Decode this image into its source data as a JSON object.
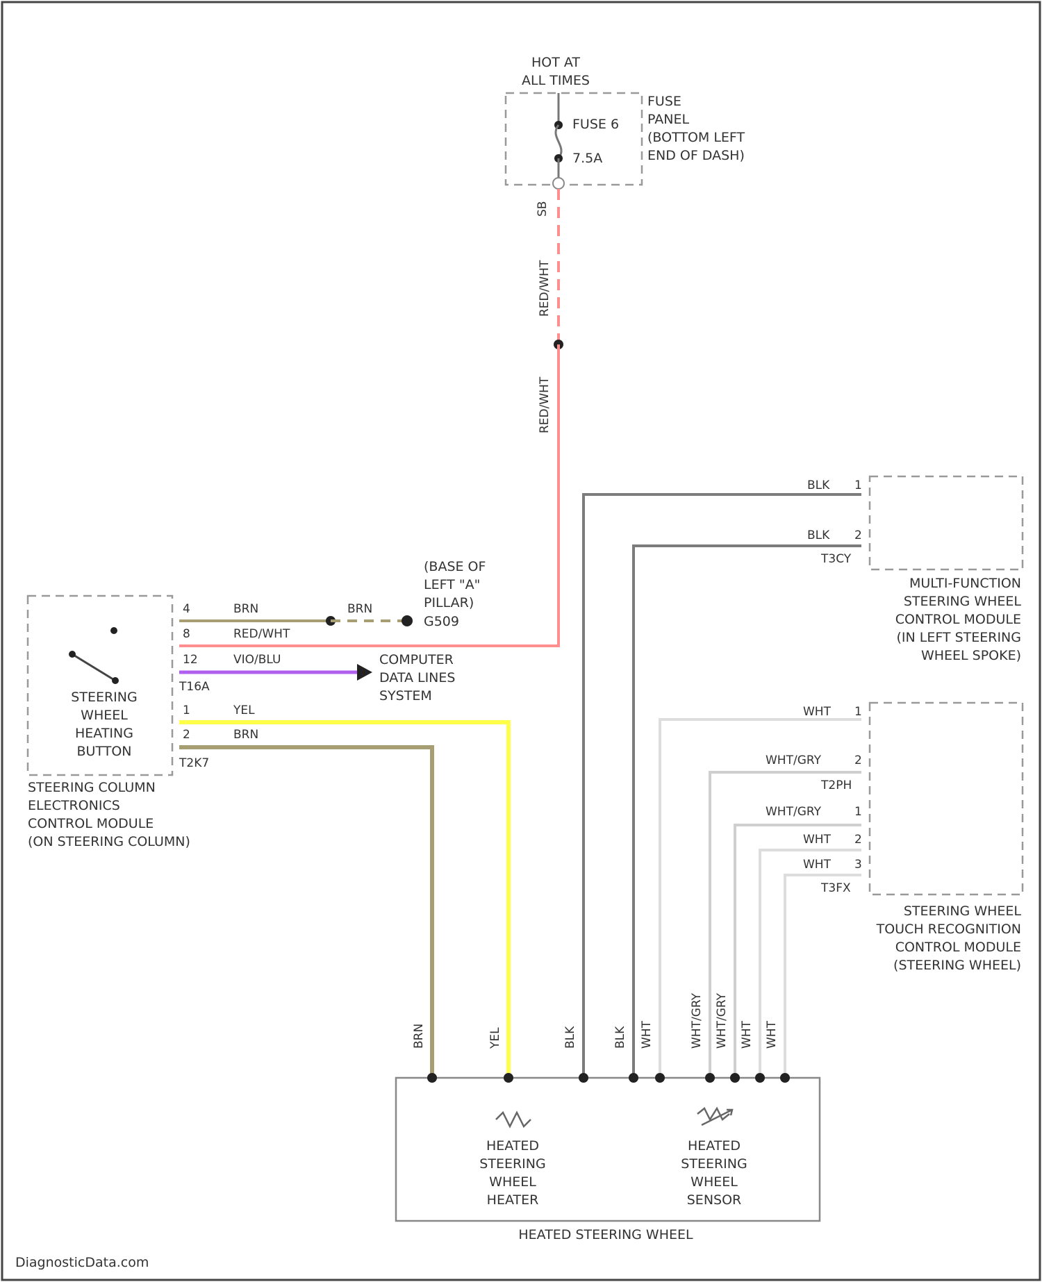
{
  "colors": {
    "red_wht": "#ff8f8f",
    "brn": "#a89e74",
    "yel": "#ffff4a",
    "vio_blu": "#b160ee",
    "blk": "#7c7c7c",
    "wht": "#dddddd",
    "wht_gry": "#cfcfcf"
  },
  "fuse": {
    "hot_label_1": "HOT AT",
    "hot_label_2": "ALL TIMES",
    "name": "FUSE 6",
    "rating": "7.5A",
    "panel_1": "FUSE",
    "panel_2": "PANEL",
    "panel_3": "(BOTTOM LEFT",
    "panel_4": "END OF DASH)",
    "pin": "SB"
  },
  "wires": {
    "red_wht": "RED/WHT",
    "brn": "BRN",
    "yel": "YEL",
    "vio_blu": "VIO/BLU",
    "blk": "BLK",
    "wht": "WHT",
    "wht_gry": "WHT/GRY"
  },
  "ground": {
    "loc_1": "(BASE OF",
    "loc_2": "LEFT \"A\"",
    "loc_3": "PILLAR)",
    "id": "G509"
  },
  "column_module": {
    "pin_4": "4",
    "pin_8": "8",
    "pin_12": "12",
    "connector_a": "T16A",
    "pin_1": "1",
    "pin_2": "2",
    "connector_b": "T2K7",
    "button_1": "STEERING",
    "button_2": "WHEEL",
    "button_3": "HEATING",
    "button_4": "BUTTON",
    "name_1": "STEERING COLUMN",
    "name_2": "ELECTRONICS",
    "name_3": "CONTROL MODULE",
    "name_4": "(ON STEERING COLUMN)"
  },
  "data_lines": {
    "line_1": "COMPUTER",
    "line_2": "DATA LINES",
    "line_3": "SYSTEM"
  },
  "mf_module": {
    "pin_1": "1",
    "pin_2": "2",
    "connector": "T3CY",
    "name_1": "MULTI-FUNCTION",
    "name_2": "STEERING WHEEL",
    "name_3": "CONTROL MODULE",
    "name_4": "(IN LEFT STEERING",
    "name_5": "WHEEL SPOKE)"
  },
  "touch_module": {
    "pin_a1": "1",
    "pin_a2": "2",
    "connector_a": "T2PH",
    "pin_b1": "1",
    "pin_b2": "2",
    "pin_b3": "3",
    "connector_b": "T3FX",
    "name_1": "STEERING WHEEL",
    "name_2": "TOUCH RECOGNITION",
    "name_3": "CONTROL MODULE",
    "name_4": "(STEERING WHEEL)"
  },
  "heated_wheel": {
    "heater_1": "HEATED",
    "heater_2": "STEERING",
    "heater_3": "WHEEL",
    "heater_4": "HEATER",
    "sensor_1": "HEATED",
    "sensor_2": "STEERING",
    "sensor_3": "WHEEL",
    "sensor_4": "SENSOR",
    "name": "HEATED STEERING WHEEL"
  },
  "watermark": "DiagnosticData.com"
}
